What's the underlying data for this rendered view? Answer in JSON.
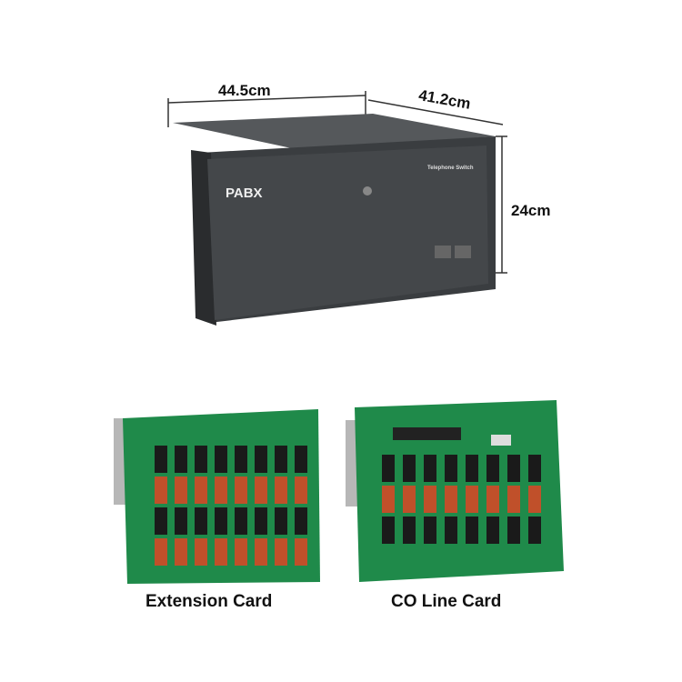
{
  "dimensions": {
    "width": "44.5cm",
    "depth": "41.2cm",
    "height": "24cm"
  },
  "device": {
    "brand_label": "PABX",
    "panel_label": "Telephone Switch"
  },
  "cards": [
    {
      "caption": "Extension Card"
    },
    {
      "caption": "CO Line Card"
    }
  ],
  "colors": {
    "chassis": "#3a3d40",
    "pcb": "#1f8a4a"
  }
}
